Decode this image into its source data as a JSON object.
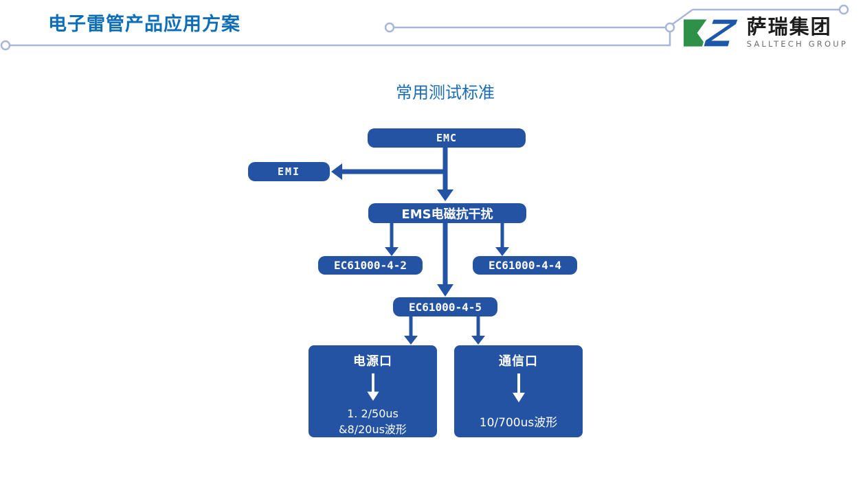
{
  "slide": {
    "title": "电子雷管产品应用方案"
  },
  "logo": {
    "company_cn": "萨瑞集团",
    "company_en": "SALLTECH GROUP"
  },
  "diagram": {
    "title": "常用测试标准",
    "nodes": {
      "emc": {
        "label": "EMC"
      },
      "emi": {
        "label": "EMI"
      },
      "ems": {
        "label": "EMS电磁抗干扰"
      },
      "ec61000_4_2": {
        "label": "EC61000-4-2"
      },
      "ec61000_4_4": {
        "label": "EC61000-4-4"
      },
      "ec61000_4_5": {
        "label": "EC61000-4-5"
      },
      "power_port": {
        "title": "电源口",
        "lines": [
          "1. 2/50us",
          "&8/20us波形"
        ]
      },
      "comm_port": {
        "title": "通信口",
        "lines": [
          "10/700us波形"
        ]
      }
    }
  },
  "colors": {
    "node_blue": "#2453a4",
    "header_title_blue": "#0d6db7",
    "diagram_title_blue": "#1a6cb5",
    "decor_line": "#a8b6d8",
    "logo_green": "#2e9149",
    "logo_blue": "#1d57aa",
    "logo_text": "#1c1c1c",
    "logo_subtext": "#6b6b6b"
  }
}
